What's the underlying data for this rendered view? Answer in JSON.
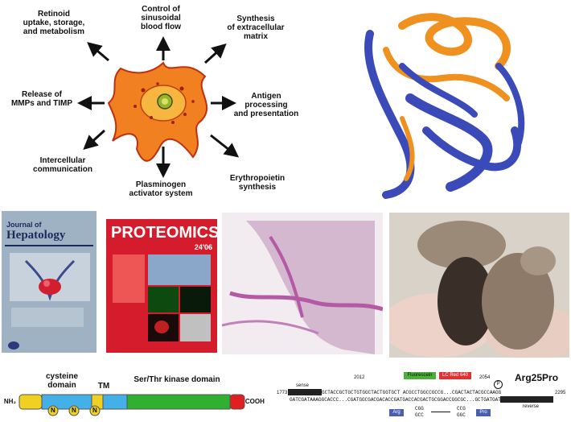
{
  "hsc_diagram": {
    "functions": [
      "Retinoid\nuptake, storage,\nand metabolism",
      "Control of\nsinusoidal\nblood flow",
      "Synthesis\nof extracellular\nmatrix",
      "Release of\nMMPs and TIMP",
      "Antigen\nprocessing\nand presentation",
      "Intercellular\ncommunication",
      "Plasminogen\nactivator system",
      "Erythropoietin\nsynthesis"
    ]
  },
  "journals": {
    "hepatology": {
      "title_top": "Journal of",
      "title_main": "Hepatology"
    },
    "proteomics": {
      "title": "PROTEOMICS",
      "issue": "24'06"
    }
  },
  "receptor": {
    "domains": [
      "cysteine\ndomain",
      "TM",
      "Ser/Thr kinase domain"
    ],
    "nh2": "NH₂",
    "cooh": "- COOH",
    "glyco": [
      "N",
      "N",
      "N"
    ]
  },
  "sequence": {
    "mutation": "Arg25Pro",
    "probe_green": "Fluorescein",
    "probe_red": "LC Red 640",
    "pos_left": "1773",
    "pos_right": "2295",
    "pos_2012": "2012",
    "pos_2054": "2054",
    "sense": "sense",
    "reverse": "reverse",
    "p_marker": "P",
    "seq_line1": "GCTACCGCTGCTGTGGCTACTGGTGCT ACGCCTGGCCGCCG...CGACTACTACGCCAAGG",
    "seq_line2": "GATCGATAAAGGCACCC...CGATGGCGACGACACCGATGACCACGACTGCGGACCGGCGC...GCTGATGATGCGGTTCC",
    "codon_from_label": "Arg",
    "codon_from": [
      "CGG",
      "GCC"
    ],
    "codon_to": [
      "CCG",
      "GGC"
    ],
    "codon_to_label": "Pro"
  }
}
